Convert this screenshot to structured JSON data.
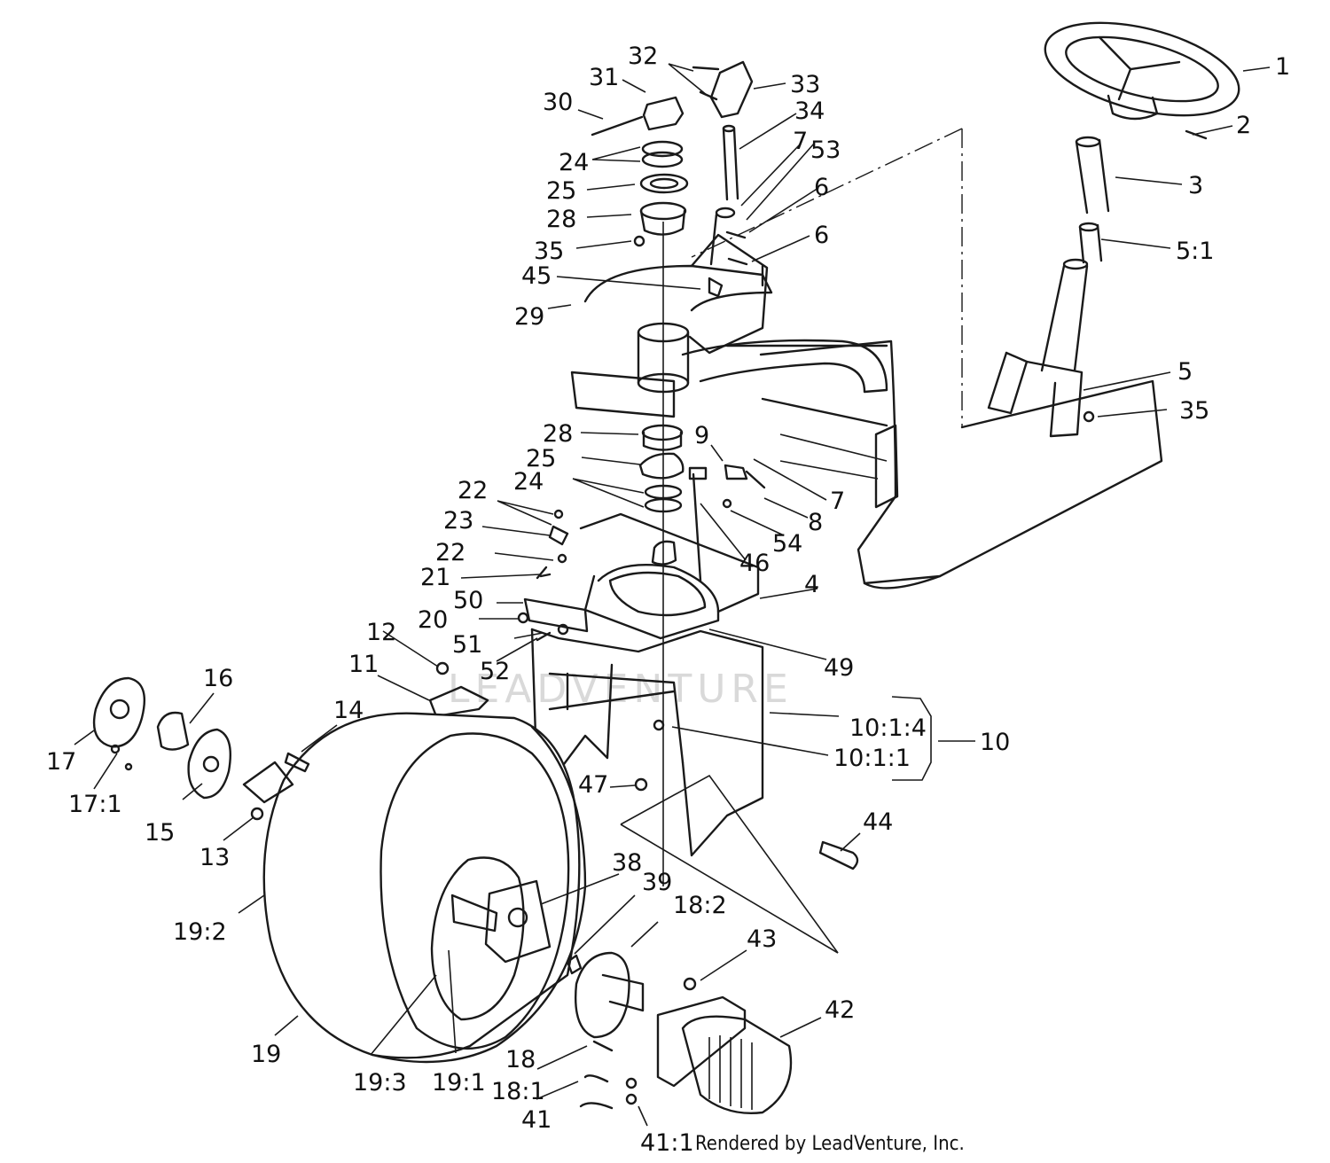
{
  "watermark": "LEADVENTURE",
  "credit": "Rendered by LeadVenture, Inc.",
  "callouts": [
    {
      "id": "1",
      "text": "1"
    },
    {
      "id": "2",
      "text": "2"
    },
    {
      "id": "3",
      "text": "3"
    },
    {
      "id": "4",
      "text": "4"
    },
    {
      "id": "5",
      "text": "5"
    },
    {
      "id": "5_1",
      "text": "5:1"
    },
    {
      "id": "6a",
      "text": "6"
    },
    {
      "id": "6b",
      "text": "6"
    },
    {
      "id": "7a",
      "text": "7"
    },
    {
      "id": "7b",
      "text": "7"
    },
    {
      "id": "8",
      "text": "8"
    },
    {
      "id": "9",
      "text": "9"
    },
    {
      "id": "10",
      "text": "10"
    },
    {
      "id": "10_1_1",
      "text": "10:1:1"
    },
    {
      "id": "10_1_4",
      "text": "10:1:4"
    },
    {
      "id": "11",
      "text": "11"
    },
    {
      "id": "12",
      "text": "12"
    },
    {
      "id": "13",
      "text": "13"
    },
    {
      "id": "14",
      "text": "14"
    },
    {
      "id": "15",
      "text": "15"
    },
    {
      "id": "16",
      "text": "16"
    },
    {
      "id": "17",
      "text": "17"
    },
    {
      "id": "17_1",
      "text": "17:1"
    },
    {
      "id": "18",
      "text": "18"
    },
    {
      "id": "18_1",
      "text": "18:1"
    },
    {
      "id": "18_2",
      "text": "18:2"
    },
    {
      "id": "19",
      "text": "19"
    },
    {
      "id": "19_1",
      "text": "19:1"
    },
    {
      "id": "19_2",
      "text": "19:2"
    },
    {
      "id": "19_3",
      "text": "19:3"
    },
    {
      "id": "20",
      "text": "20"
    },
    {
      "id": "21",
      "text": "21"
    },
    {
      "id": "22a",
      "text": "22"
    },
    {
      "id": "22b",
      "text": "22"
    },
    {
      "id": "23",
      "text": "23"
    },
    {
      "id": "24a",
      "text": "24"
    },
    {
      "id": "24b",
      "text": "24"
    },
    {
      "id": "25a",
      "text": "25"
    },
    {
      "id": "25b",
      "text": "25"
    },
    {
      "id": "28a",
      "text": "28"
    },
    {
      "id": "28b",
      "text": "28"
    },
    {
      "id": "29",
      "text": "29"
    },
    {
      "id": "30",
      "text": "30"
    },
    {
      "id": "31",
      "text": "31"
    },
    {
      "id": "32",
      "text": "32"
    },
    {
      "id": "33",
      "text": "33"
    },
    {
      "id": "34",
      "text": "34"
    },
    {
      "id": "35a",
      "text": "35"
    },
    {
      "id": "35b",
      "text": "35"
    },
    {
      "id": "38",
      "text": "38"
    },
    {
      "id": "39",
      "text": "39"
    },
    {
      "id": "41",
      "text": "41"
    },
    {
      "id": "41_1",
      "text": "41:1"
    },
    {
      "id": "42",
      "text": "42"
    },
    {
      "id": "43",
      "text": "43"
    },
    {
      "id": "44",
      "text": "44"
    },
    {
      "id": "45",
      "text": "45"
    },
    {
      "id": "46",
      "text": "46"
    },
    {
      "id": "47",
      "text": "47"
    },
    {
      "id": "49",
      "text": "49"
    },
    {
      "id": "50",
      "text": "50"
    },
    {
      "id": "51",
      "text": "51"
    },
    {
      "id": "52",
      "text": "52"
    },
    {
      "id": "53",
      "text": "53"
    },
    {
      "id": "54",
      "text": "54"
    }
  ]
}
